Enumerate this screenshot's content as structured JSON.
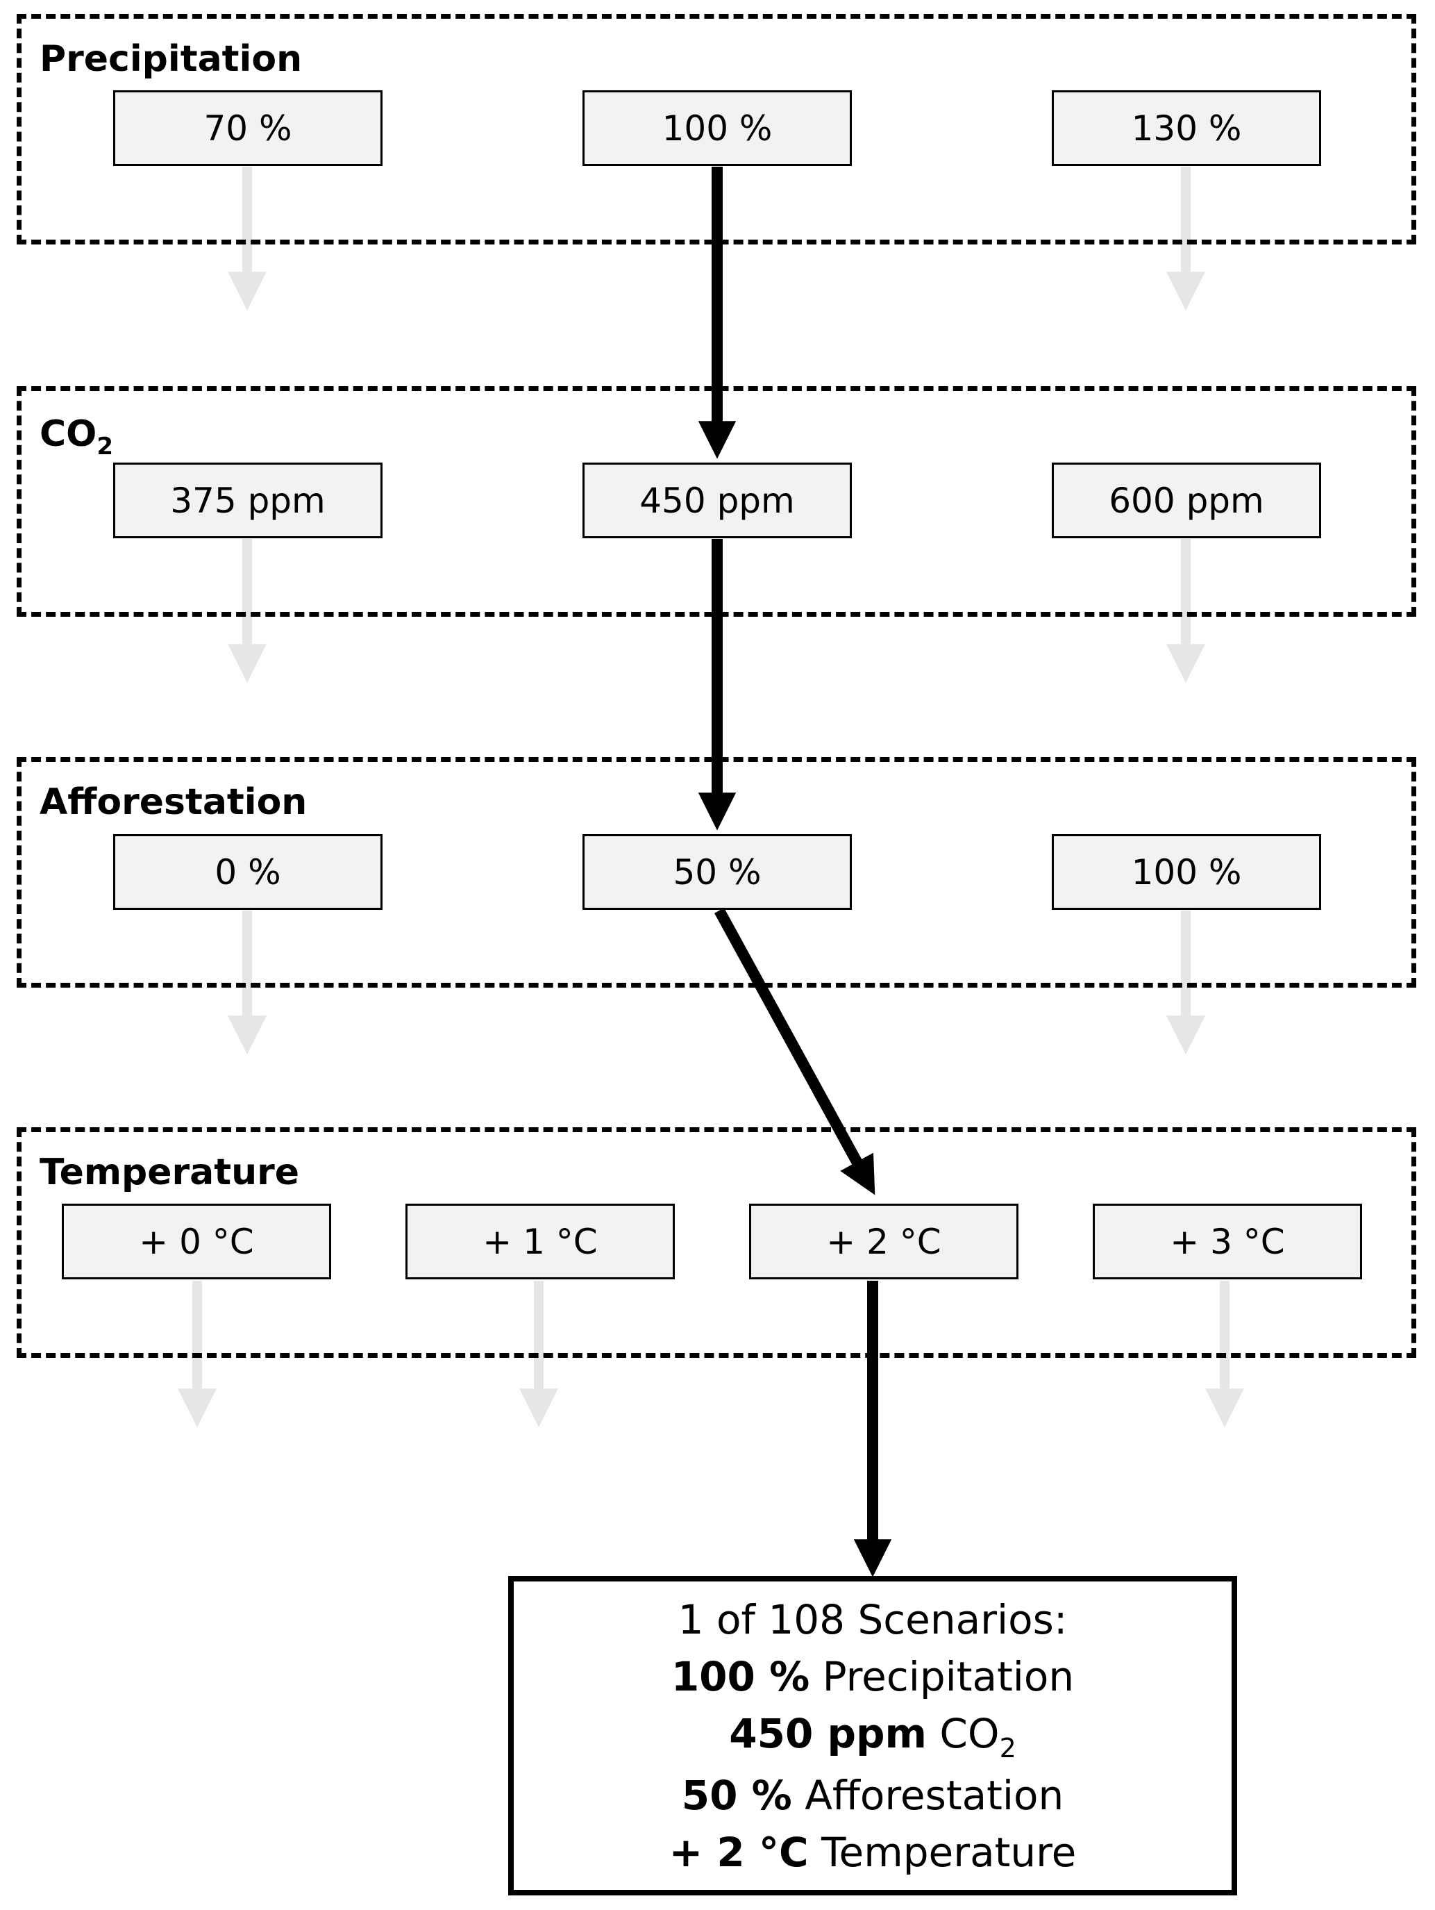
{
  "groups": {
    "precipitation": {
      "title": "Precipitation",
      "options": [
        "70 %",
        "100 %",
        "130 %"
      ]
    },
    "co2": {
      "title": "CO",
      "title_sub": "2",
      "options": [
        "375 ppm",
        "450 ppm",
        "600 ppm"
      ]
    },
    "afforestation": {
      "title": "Afforestation",
      "options": [
        "0 %",
        "50 %",
        "100 %"
      ]
    },
    "temperature": {
      "title": "Temperature",
      "options": [
        "+ 0 °C",
        "+ 1 °C",
        "+ 2 °C",
        "+ 3 °C"
      ]
    }
  },
  "result": {
    "heading": "1 of 108 Scenarios:",
    "lines": [
      {
        "value": "100 %",
        "label": " Precipitation"
      },
      {
        "value": "450 ppm",
        "label": " CO",
        "label_sub": "2"
      },
      {
        "value": "50 %",
        "label": " Afforestation"
      },
      {
        "value": "+ 2 °C",
        "label": " Temperature"
      }
    ]
  },
  "colors": {
    "selected_path": "#000000",
    "inactive_arrow": "#e6e6e6",
    "option_fill": "#f2f2f2"
  }
}
